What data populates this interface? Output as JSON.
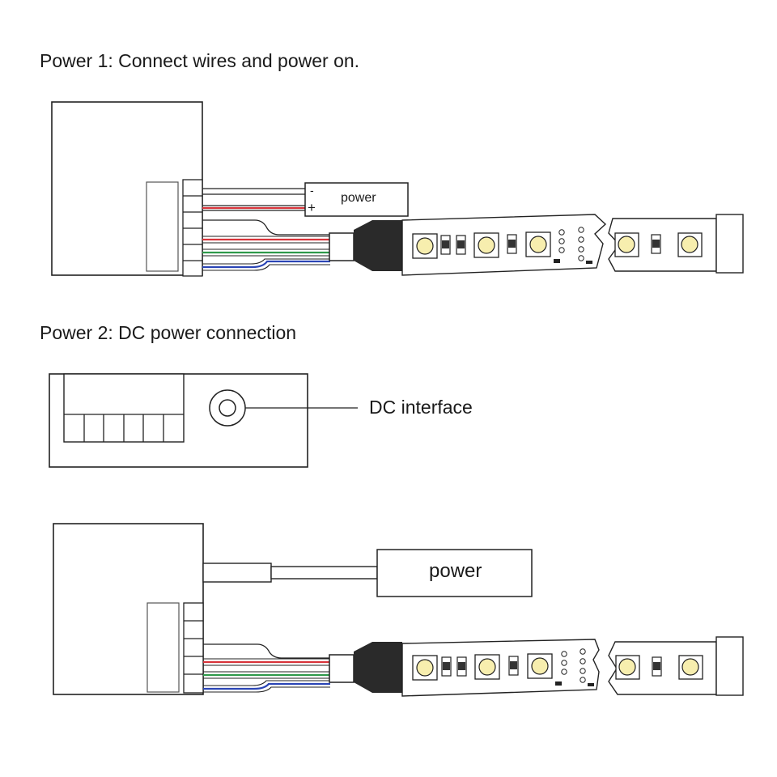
{
  "sections": [
    {
      "heading": "Power 1: Connect wires and power on.",
      "power_label": "power",
      "power_minus": "-",
      "power_plus": "+"
    },
    {
      "heading": "Power 2: DC power connection",
      "dc_interface_label": "DC interface",
      "power_label": "power"
    }
  ],
  "colors": {
    "outline": "#222222",
    "wire_red": "#d8343b",
    "wire_green": "#2f9a4b",
    "wire_blue": "#2b45b5",
    "led_yellow": "#f7eeae",
    "connector": "#2a2a2a"
  }
}
